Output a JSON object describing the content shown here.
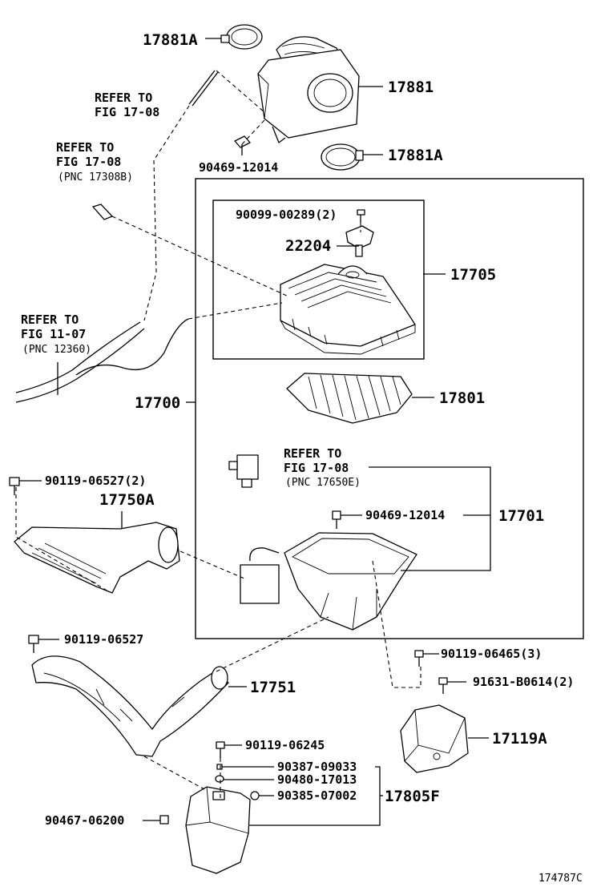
{
  "figure_code": "174787C",
  "parts": {
    "clamp_top": "17881A",
    "inlet_duct": "17881",
    "clamp_bottom": "17881A",
    "bolt_inlet": "90469-12014",
    "cap_bolt": "90099-00289(2)",
    "sensor": "22204",
    "cap_sub": "17705",
    "assembly": "17700",
    "element": "17801",
    "bolt_case": "90469-12014",
    "case_sub": "17701",
    "bolt_duct_a": "90119-06527(2)",
    "duct_a": "17750A",
    "bolt_hose": "90119-06527",
    "hose": "17751",
    "bolt_bracket": "90119-06465(3)",
    "bolt_b": "91631-B0614(2)",
    "bracket": "17119A",
    "resonator_bolt": "90119-06245",
    "res_p1": "90387-09033",
    "res_p2": "90480-17013",
    "res_p3": "90385-07002",
    "resonator": "17805F",
    "res_bolt_left": "90467-06200"
  },
  "refs": {
    "r1": {
      "l1": "REFER TO",
      "l2": "FIG 17-08"
    },
    "r2": {
      "l1": "REFER TO",
      "l2": "FIG 17-08",
      "l3": "(PNC 17308B)"
    },
    "r3": {
      "l1": "REFER TO",
      "l2": "FIG 11-07",
      "l3": "(PNC 12360)"
    },
    "r4": {
      "l1": "REFER TO",
      "l2": "FIG 17-08",
      "l3": "(PNC 17650E)"
    }
  }
}
